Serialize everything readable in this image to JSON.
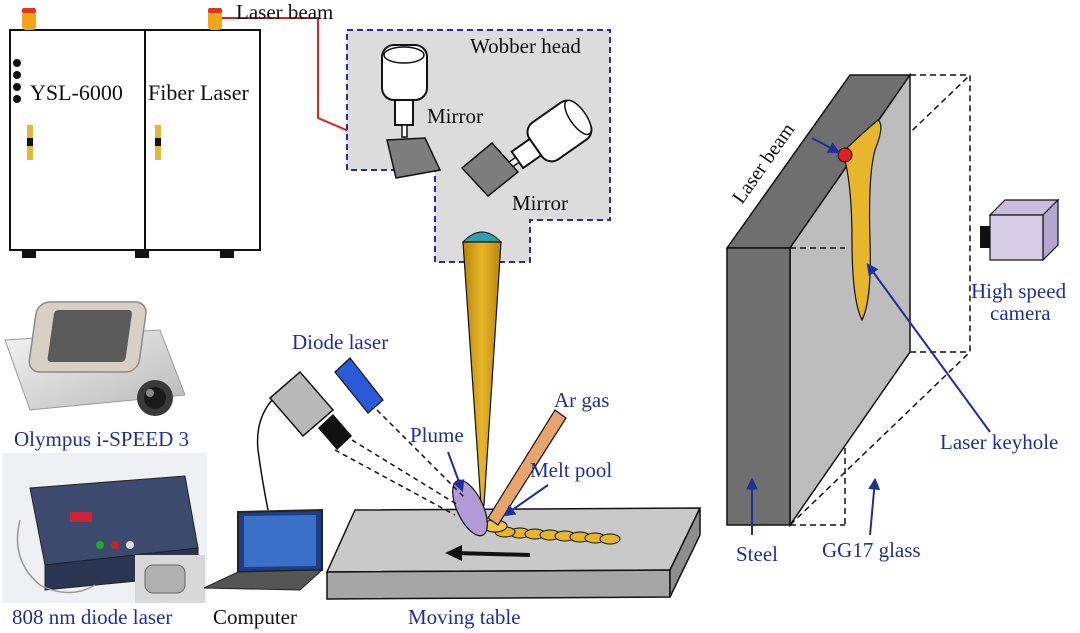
{
  "labels": {
    "laser_beam_top": "Laser beam",
    "wobbler_head": "Wobber head",
    "mirror_1": "Mirror",
    "mirror_2": "Mirror",
    "ysl_6000": "YSL-6000",
    "fiber_laser": "Fiber Laser",
    "diode_laser": "Diode laser",
    "ar_gas": "Ar gas",
    "plume": "Plume",
    "melt_pool": "Melt pool",
    "moving_table": "Moving table",
    "olympus": "Olympus i-SPEED 3",
    "diode_808": "808 nm diode laser",
    "computer": "Computer",
    "laser_beam_right": "Laser beam",
    "high_speed_camera_1": "High speed",
    "high_speed_camera_2": "camera",
    "laser_keyhole": "Laser keyhole",
    "steel": "Steel",
    "gg17_glass": "GG17 glass"
  },
  "colors": {
    "laser_red": "#e0201e",
    "blue_label": "#1f2f9a",
    "dashed_blue": "#2a2aa6",
    "beam_gold": "#d4a017",
    "steel_dark": "#6f6f6f",
    "glass_gray": "#bdbdbd",
    "camera_purple": "#d6cce8"
  }
}
